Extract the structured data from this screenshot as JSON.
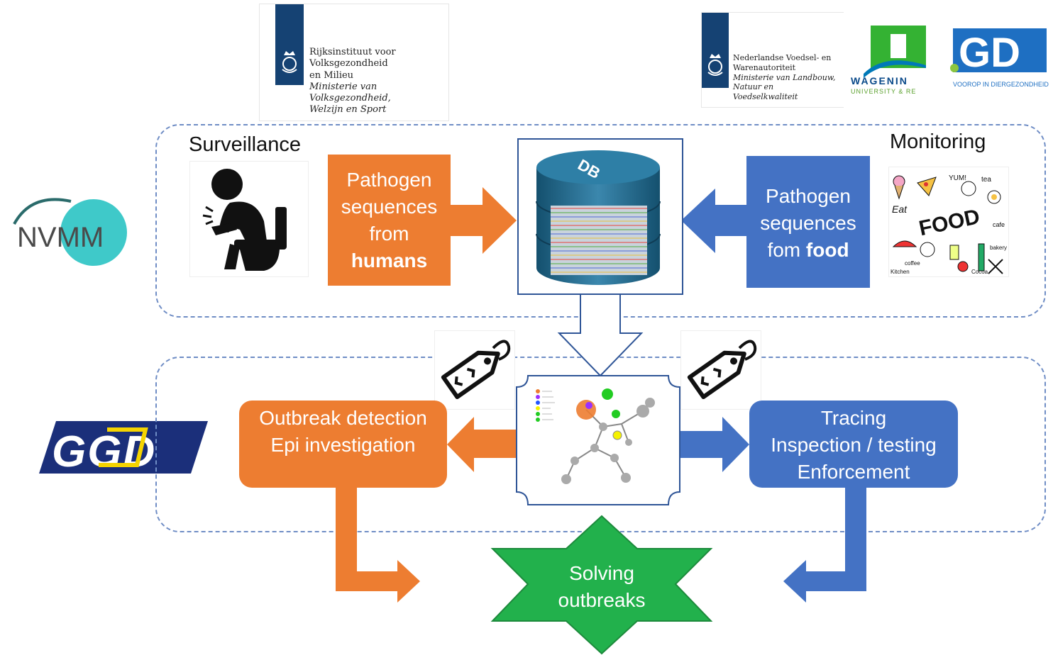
{
  "logos": {
    "rivm": {
      "line1": "Rijksinstituut voor Volksgezondheid",
      "line2": "en Milieu",
      "line3": "Ministerie van Volksgezondheid,",
      "line4": "Welzijn en Sport"
    },
    "nvwa": {
      "line1": "Nederlandse Voedsel- en",
      "line2": "Warenautoriteit",
      "line3": "Ministerie van Landbouw,",
      "line4": "Natuur en Voedselkwaliteit"
    },
    "wageningen": {
      "name": "WAGENIN",
      "subtitle": "UNIVERSITY & RE"
    },
    "gd": {
      "name": "GD",
      "subtitle": "VOOROP IN DIERGEZONDHEID"
    },
    "nvmm": {
      "name": "NVMM"
    },
    "ggd": {
      "name": "GGD"
    }
  },
  "surveillance": {
    "label": "Surveillance",
    "box": {
      "l1": "Pathogen",
      "l2": "sequences",
      "l3": "from",
      "l4": "humans"
    }
  },
  "monitoring": {
    "label": "Monitoring",
    "box": {
      "l1": "Pathogen",
      "l2": "sequences",
      "l3a": "fom ",
      "l3b": "food"
    },
    "food_word": "FOOD",
    "doodles": [
      "YUM!",
      "Eat",
      "tea",
      "cafe",
      "coffee",
      "Kitchen",
      "bakery",
      "Cocoa"
    ]
  },
  "database": {
    "label": "DB"
  },
  "outbreak": {
    "l1": "Outbreak detection",
    "l2": "Epi investigation"
  },
  "tracing": {
    "l1": "Tracing",
    "l2": "Inspection / testing",
    "l3": "Enforcement"
  },
  "solving": {
    "l1": "Solving",
    "l2": "outbreaks"
  },
  "colors": {
    "orange": "#ed7d31",
    "blue": "#4472c4",
    "green": "#22b14c",
    "dashed_border": "#6f8dc5",
    "nl_blue": "#154273",
    "nvmm_teal": "#3fc9c9",
    "ggd_navy": "#1b2f7a",
    "ggd_yellow": "#f5d400"
  },
  "icons": [
    "toilet-person-icon",
    "tag-icon",
    "database-icon",
    "network-tree-icon",
    "food-doodle-icon"
  ]
}
